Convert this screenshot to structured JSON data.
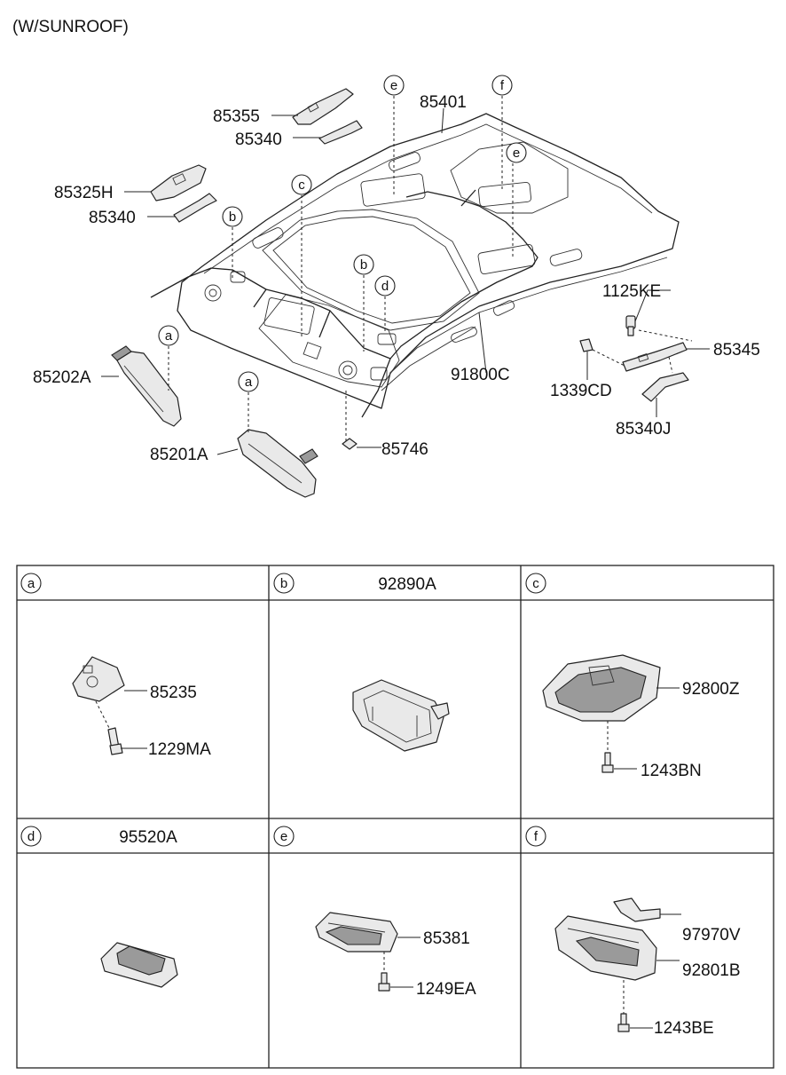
{
  "title": "(W/SUNROOF)",
  "main_labels": {
    "p85355": "85355",
    "p85340a": "85340",
    "p85325h": "85325H",
    "p85340b": "85340",
    "p85401": "85401",
    "p1125ke": "1125KE",
    "p85345": "85345",
    "p85202a": "85202A",
    "p91800c": "91800C",
    "p1339cd": "1339CD",
    "p85340j": "85340J",
    "p85201a": "85201A",
    "p85746": "85746"
  },
  "main_callouts": {
    "e1": "e",
    "f1": "f",
    "e2": "e",
    "c1": "c",
    "b1": "b",
    "b2": "b",
    "d1": "d",
    "a1": "a",
    "a2": "a"
  },
  "table": {
    "cells": [
      {
        "letter": "a",
        "header": "",
        "labels": [
          "85235",
          "1229MA"
        ]
      },
      {
        "letter": "b",
        "header": "92890A",
        "labels": []
      },
      {
        "letter": "c",
        "header": "",
        "labels": [
          "92800Z",
          "1243BN"
        ]
      },
      {
        "letter": "d",
        "header": "95520A",
        "labels": []
      },
      {
        "letter": "e",
        "header": "",
        "labels": [
          "85381",
          "1249EA"
        ]
      },
      {
        "letter": "f",
        "header": "",
        "labels": [
          "97970V",
          "92801B",
          "1243BE"
        ]
      }
    ]
  }
}
